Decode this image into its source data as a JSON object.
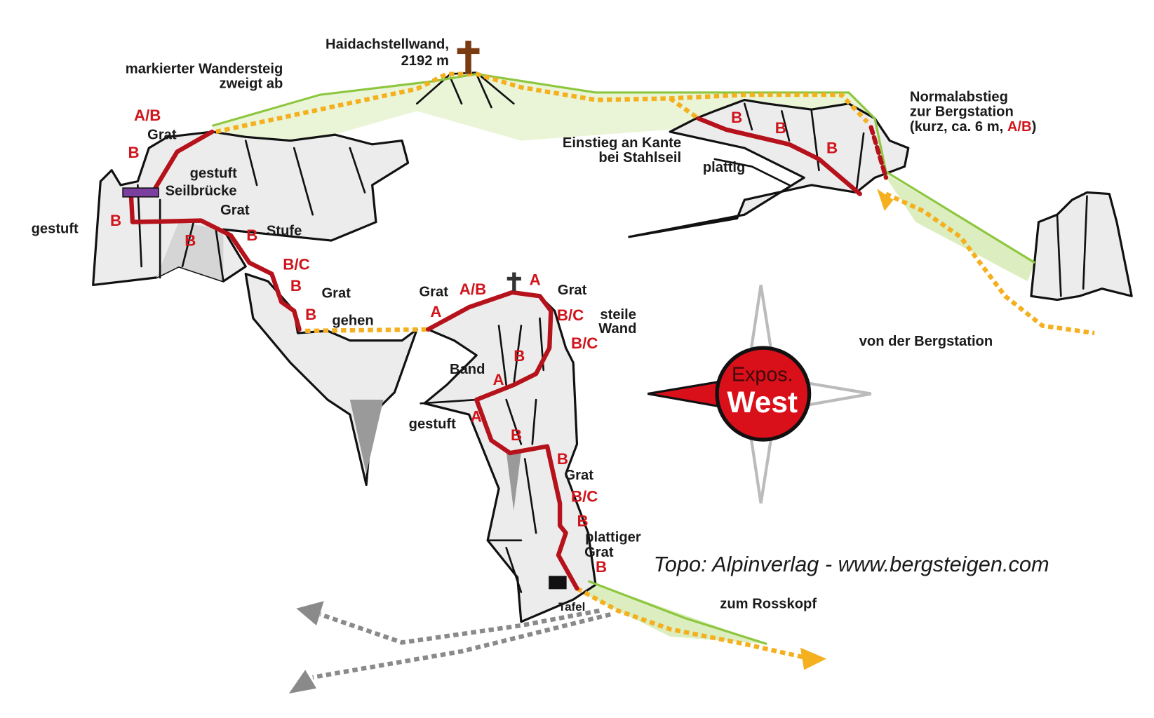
{
  "summit": {
    "name": "Haidachstellwand,",
    "altitude": "2192 m"
  },
  "labels": {
    "wandersteig_1": "markierter Wandersteig",
    "wandersteig_2": "zweigt ab",
    "grat_top": "Grat",
    "gestuft_1": "gestuft",
    "seilbruecke": "Seilbrücke",
    "gestuft_left": "gestuft",
    "grat_2": "Grat",
    "stufe": "Stufe",
    "grat_3": "Grat",
    "gehen": "gehen",
    "grat_4": "Grat",
    "grat_5": "Grat",
    "steile": "steile",
    "wand": "Wand",
    "band": "Band",
    "gestuft_mid": "gestuft",
    "grat_6": "Grat",
    "plattiger": "plattiger",
    "grat_7": "Grat",
    "tafel": "Tafel",
    "zum_rosskopf": "zum Rosskopf",
    "von_bergstation": "von der Bergstation",
    "einstieg_1": "Einstieg an Kante",
    "einstieg_2": "bei Stahlseil",
    "plattig": "plattig",
    "normal_1": "Normalabstieg",
    "normal_2": "zur Bergstation",
    "normal_3a": "(kurz, ca. 6 m, ",
    "normal_3b": "A/B",
    "normal_3c": ")"
  },
  "grades": [
    "A/B",
    "B",
    "B",
    "B",
    "B",
    "B/C",
    "B",
    "B",
    "A",
    "A/B",
    "A",
    "B/C",
    "B/C",
    "B",
    "A",
    "A",
    "B",
    "B",
    "B/C",
    "B",
    "B",
    "B",
    "B",
    "B"
  ],
  "compass": {
    "line1": "Expos.",
    "line2": "West"
  },
  "credit": "Topo: Alpinverlag - www.bergsteigen.com",
  "colors": {
    "route": "#b5121b",
    "grade": "#d0141c",
    "hiking_path": "#f4b01e",
    "grass": "#8dc63f",
    "compass": "#d90f1a"
  }
}
